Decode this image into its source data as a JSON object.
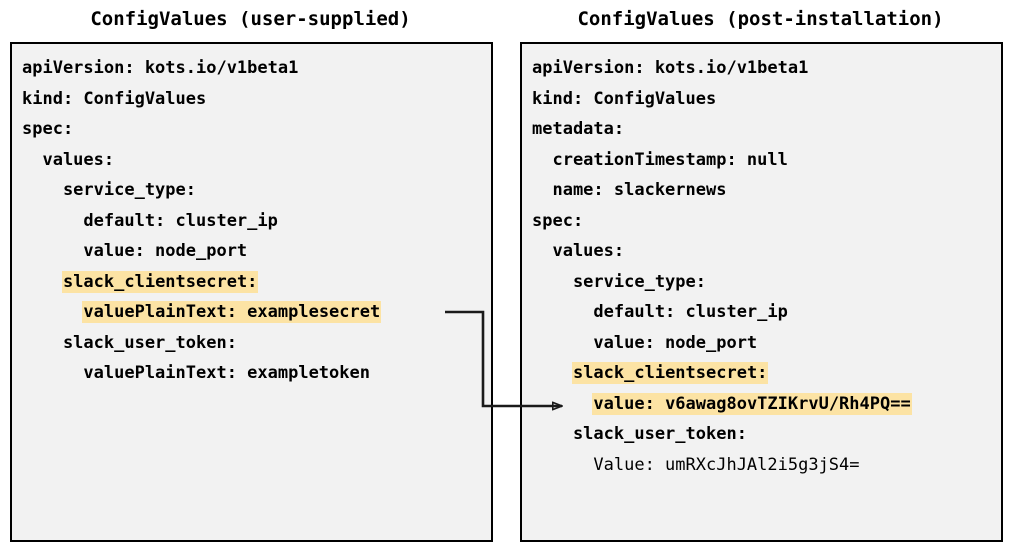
{
  "diagram": {
    "title_left": "ConfigValues (user-supplied)",
    "title_right": "ConfigValues (post-installation)",
    "highlight_color": "#fce3a4",
    "box_border_color": "#000000",
    "box_background": "#f2f2f2",
    "connector_color": "#1a1a1a"
  },
  "left_panel": {
    "title": "ConfigValues (user-supplied)",
    "lines": [
      {
        "text": "apiVersion: kots.io/v1beta1",
        "highlight": false
      },
      {
        "text": "kind: ConfigValues",
        "highlight": false
      },
      {
        "text": "spec:",
        "highlight": false
      },
      {
        "text": "  values:",
        "highlight": false
      },
      {
        "text": "    service_type:",
        "highlight": false
      },
      {
        "text": "      default: cluster_ip",
        "highlight": false
      },
      {
        "text": "      value: node_port",
        "highlight": false
      },
      {
        "text": "    slack_clientsecret:",
        "highlight": true,
        "indent": 4
      },
      {
        "text": "      valuePlainText: examplesecret",
        "highlight": true,
        "indent": 6
      },
      {
        "text": "    slack_user_token:",
        "highlight": false
      },
      {
        "text": "      valuePlainText: exampletoken",
        "highlight": false
      }
    ]
  },
  "right_panel": {
    "title": "ConfigValues (post-installation)",
    "lines": [
      {
        "text": "apiVersion: kots.io/v1beta1",
        "highlight": false
      },
      {
        "text": "kind: ConfigValues",
        "highlight": false
      },
      {
        "text": "metadata:",
        "highlight": false
      },
      {
        "text": "  creationTimestamp: null",
        "highlight": false
      },
      {
        "text": "  name: slackernews",
        "highlight": false
      },
      {
        "text": "spec:",
        "highlight": false
      },
      {
        "text": "  values:",
        "highlight": false
      },
      {
        "text": "    service_type:",
        "highlight": false
      },
      {
        "text": "      default: cluster_ip",
        "highlight": false
      },
      {
        "text": "      value: node_port",
        "highlight": false
      },
      {
        "text": "    slack_clientsecret:",
        "highlight": true,
        "indent": 4
      },
      {
        "text": "      value: v6awag8ovTZIKrvU/Rh4PQ==",
        "highlight": true,
        "indent": 6
      },
      {
        "text": "    slack_user_token:",
        "highlight": false
      },
      {
        "text": "      Value: umRXcJhJAl2i5g3jS4=",
        "highlight": false,
        "regular": true
      }
    ]
  },
  "connector": {
    "name": "secret-encryption-arrow",
    "from_label": "valuePlainText: examplesecret",
    "to_label": "value: v6awag8ovTZIKrvU/Rh4PQ=="
  }
}
